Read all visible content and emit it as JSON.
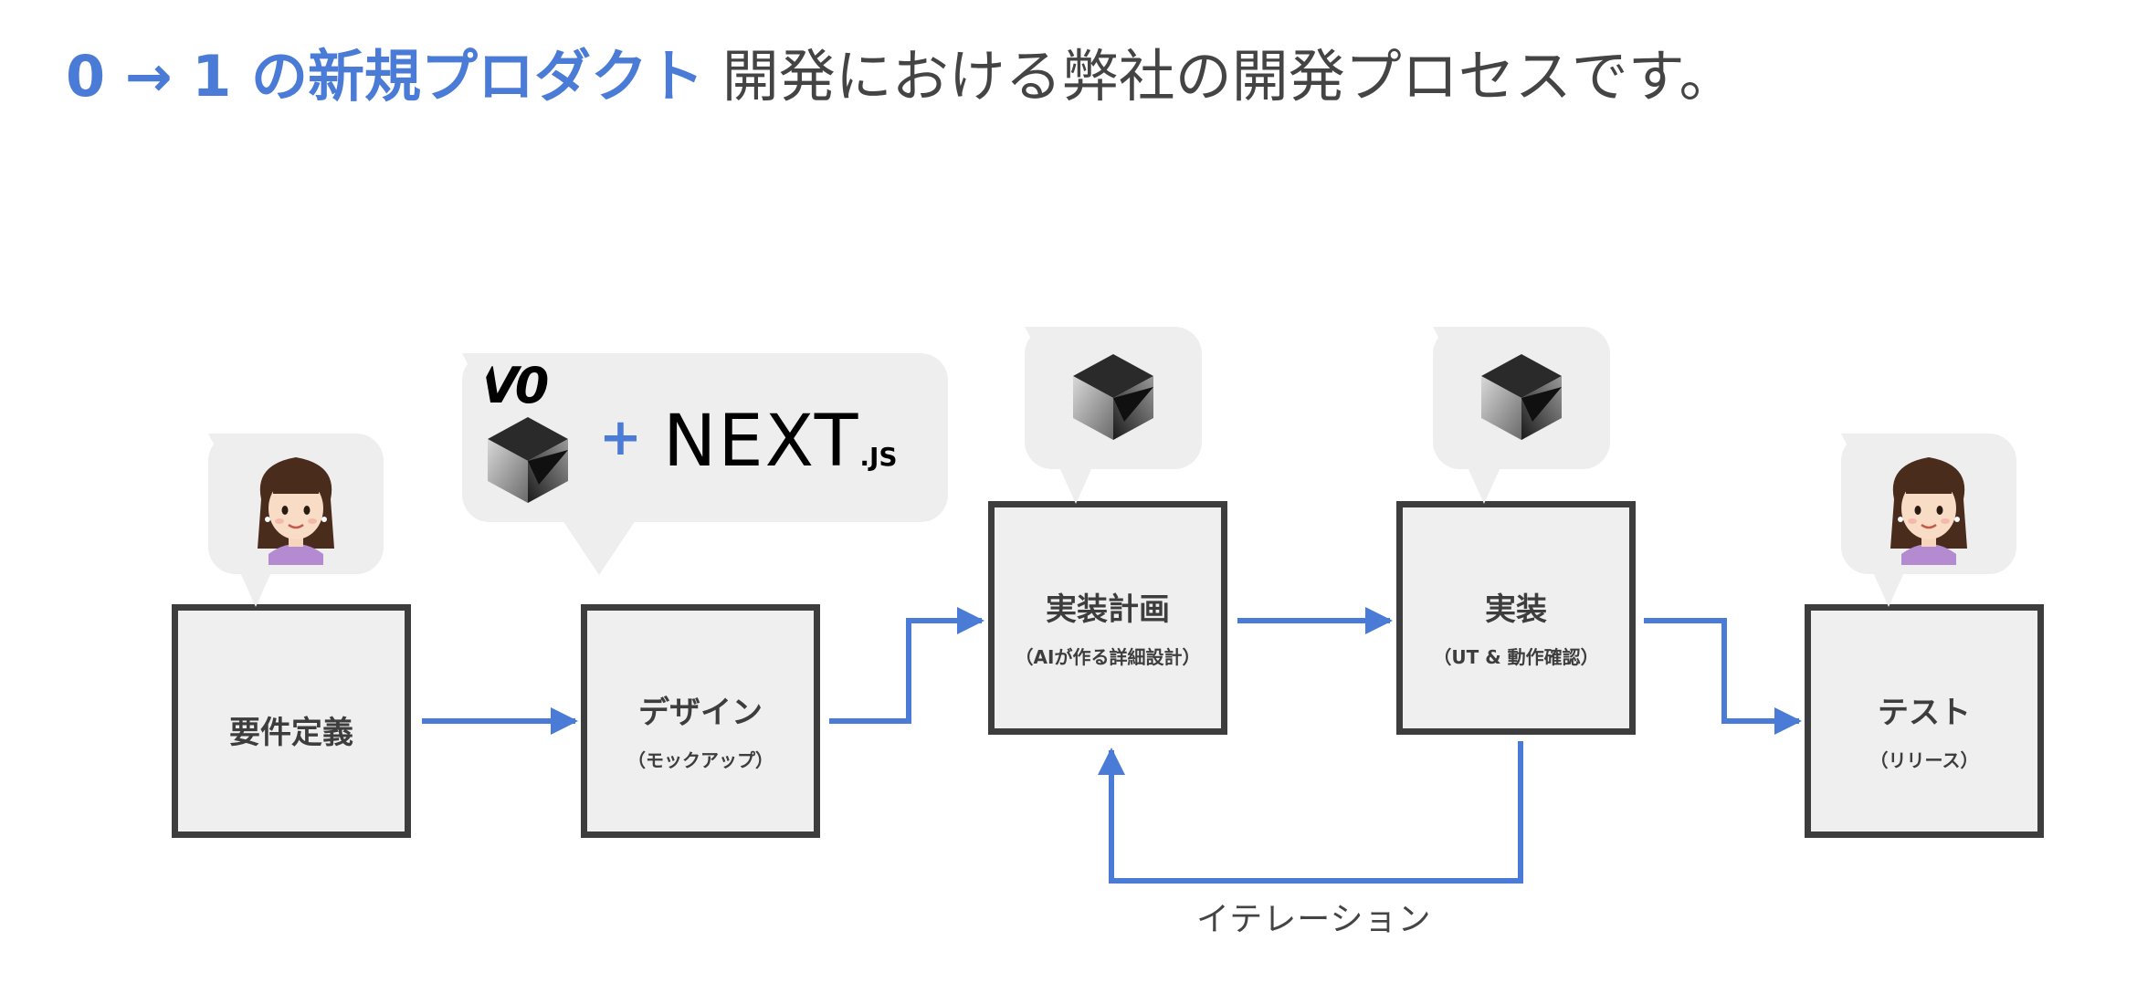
{
  "title": {
    "highlight": "0 → 1 の新規プロダクト",
    "rest": " 開発における弊社の開発プロセスです。"
  },
  "steps": [
    {
      "name": "要件定義",
      "sub": ""
    },
    {
      "name": "デザイン",
      "sub": "（モックアップ）"
    },
    {
      "name": "実装計画",
      "sub": "（AIが作る詳細設計）"
    },
    {
      "name": "実装",
      "sub": "（UT & 動作確認）"
    },
    {
      "name": "テスト",
      "sub": "（リリース）"
    }
  ],
  "design_tools": {
    "v0_logo": "V0",
    "plus": "+",
    "next_logo": "NEXT",
    "next_suffix": ".JS"
  },
  "iteration_label": "イテレーション",
  "colors": {
    "accent": "#4a7bd6",
    "box_border": "#3d3d3d",
    "box_fill": "#efefef",
    "bubble_fill": "#eeeeee"
  },
  "icons": {
    "person": "woman-avatar-icon",
    "ai_tool": "ai-cube-icon"
  }
}
